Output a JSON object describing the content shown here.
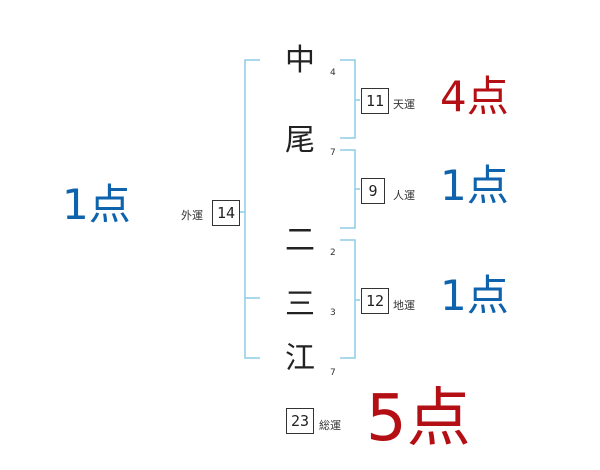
{
  "colors": {
    "bracket": "#8ecbe6",
    "good": "#0f63ad",
    "bad": "#b40f14",
    "text": "#222222"
  },
  "name": {
    "surname": [
      {
        "char": "中",
        "strokes": "4"
      },
      {
        "char": "尾",
        "strokes": "7"
      }
    ],
    "given": [
      {
        "char": "二",
        "strokes": "2"
      },
      {
        "char": "三",
        "strokes": "3"
      },
      {
        "char": "江",
        "strokes": "7"
      }
    ]
  },
  "fortunes": {
    "ten": {
      "label": "天運",
      "value": "11",
      "score": "4点"
    },
    "jin": {
      "label": "人運",
      "value": "9",
      "score": "1点"
    },
    "chi": {
      "label": "地運",
      "value": "12",
      "score": "1点"
    },
    "gai": {
      "label": "外運",
      "value": "14",
      "score": "1点"
    },
    "sou": {
      "label": "総運",
      "value": "23",
      "score": "5点"
    }
  }
}
